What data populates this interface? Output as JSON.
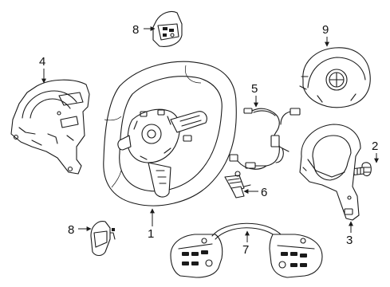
{
  "callouts": {
    "c1": "1",
    "c2": "2",
    "c3": "3",
    "c4": "4",
    "c5": "5",
    "c6": "6",
    "c7": "7",
    "c8_top": "8",
    "c8_bottom": "8",
    "c9": "9"
  },
  "colors": {
    "line": "#1a1a1a",
    "background": "#ffffff"
  }
}
